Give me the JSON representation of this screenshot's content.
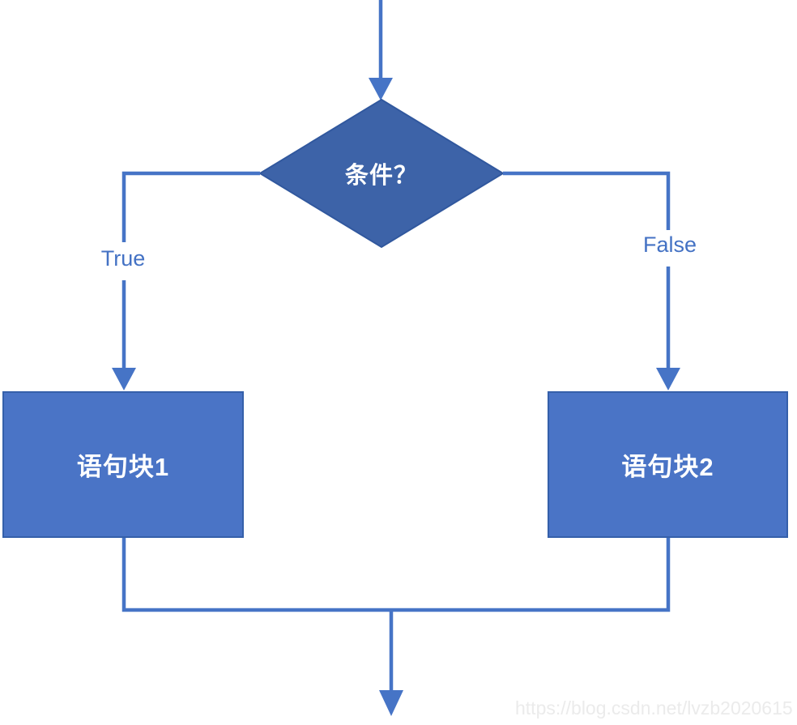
{
  "flowchart": {
    "decision_label": "条件？",
    "true_label": "True",
    "false_label": "False",
    "block1_label": "语句块1",
    "block2_label": "语句块2"
  },
  "watermark": {
    "text": "https://blog.csdn.net/lvzb2020615"
  },
  "colors": {
    "connector": "#4674C6",
    "diamond_fill": "#3D63A8",
    "diamond_border": "#31589E",
    "block_fill": "#4A74C6",
    "block_border": "#3560AA",
    "branch_label_text": "#4472C4",
    "shape_text": "#FFFFFF",
    "watermark_text": "#EBEBEB",
    "background": "#FFFFFF"
  }
}
